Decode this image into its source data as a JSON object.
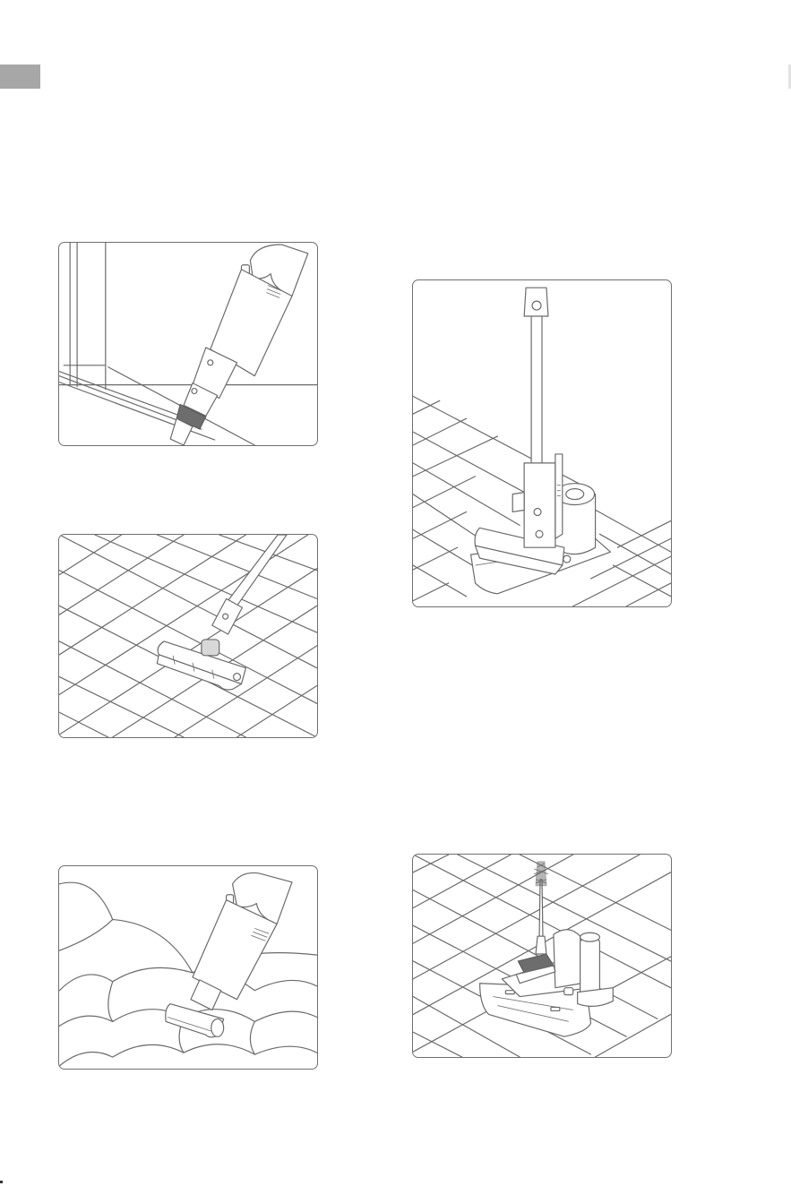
{
  "page": {
    "accent_color": "#a7a7a7",
    "background_color": "#ffffff",
    "illustrations": [
      {
        "id": "crevice-tool-window-track",
        "icon": "crevice-nozzle-illustration"
      },
      {
        "id": "floor-brush-tile-floor",
        "icon": "floor-brush-illustration"
      },
      {
        "id": "mini-brush-sofa",
        "icon": "mini-motorized-brush-illustration"
      },
      {
        "id": "charging-dock-stand",
        "icon": "charging-base-illustration"
      },
      {
        "id": "dock-cleaning-brush",
        "icon": "cleaning-tool-illustration"
      }
    ]
  }
}
